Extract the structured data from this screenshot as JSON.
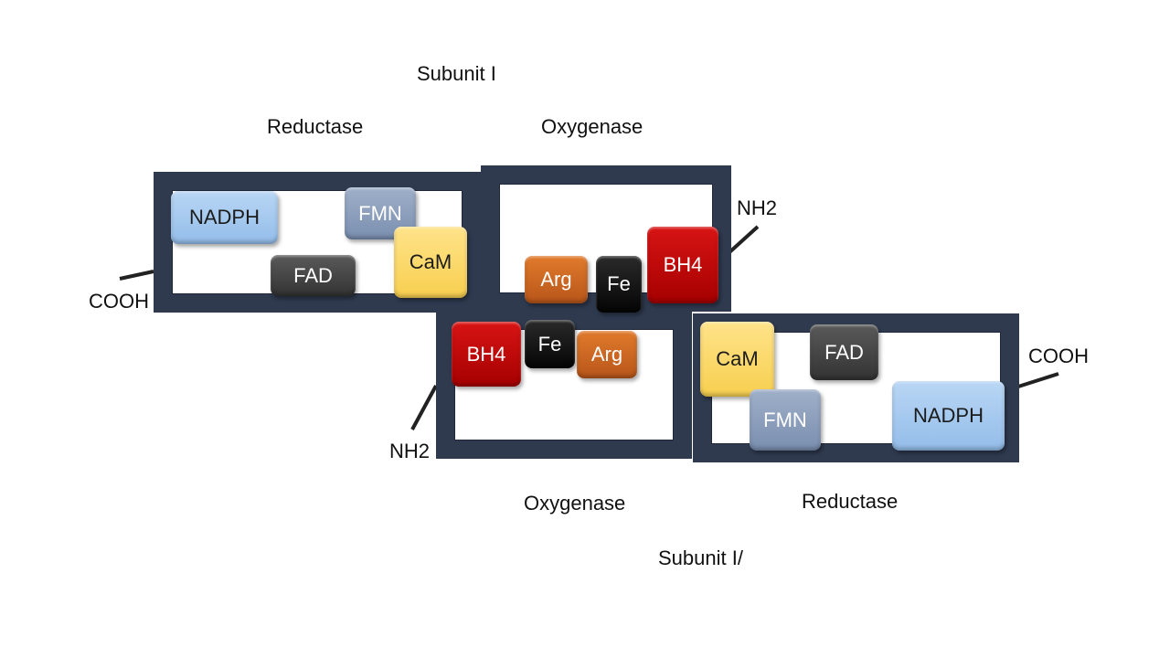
{
  "subunit_top": "Subunit I",
  "subunit_bottom": "Subunit I/",
  "top": {
    "reductase_label": "Reductase",
    "oxygenase_label": "Oxygenase",
    "cooh_label": "COOH",
    "nh2_label": "NH2",
    "reductase": {
      "nadph": "NADPH",
      "fmn": "FMN",
      "fad": "FAD",
      "cam": "CaM"
    },
    "oxygenase": {
      "arg": "Arg",
      "fe": "Fe",
      "bh4": "BH4"
    }
  },
  "bottom": {
    "reductase_label": "Reductase",
    "oxygenase_label": "Oxygenase",
    "cooh_label": "COOH",
    "nh2_label": "NH2",
    "oxygenase": {
      "bh4": "BH4",
      "fe": "Fe",
      "arg": "Arg"
    },
    "reductase": {
      "cam": "CaM",
      "fad": "FAD",
      "fmn": "FMN",
      "nadph": "NADPH"
    }
  },
  "colors": {
    "frame": "#2f3a4f",
    "nadph": "#a9cdf0",
    "fmn": "#8a9dbb",
    "fad": "#444444",
    "cam": "#fbd864",
    "arg": "#cc6622",
    "fe": "#111111",
    "bh4": "#c00000"
  }
}
